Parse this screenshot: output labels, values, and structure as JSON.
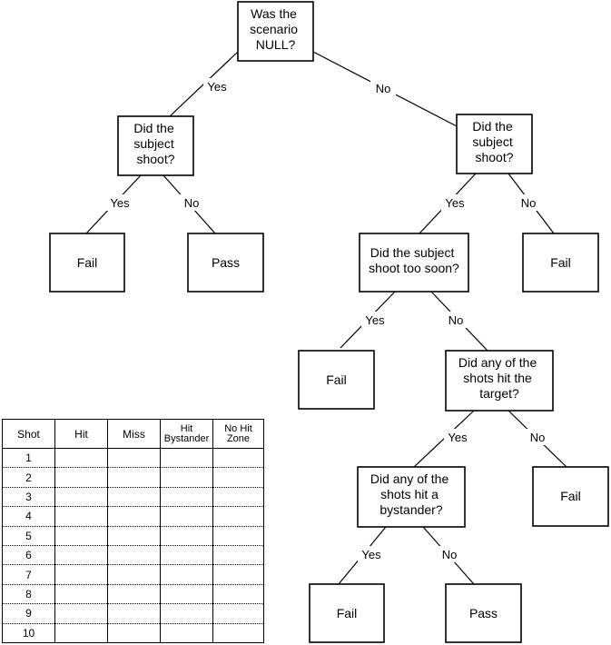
{
  "nodes": {
    "root": [
      "Was the",
      "scenario",
      "NULL?"
    ],
    "left_shoot": [
      "Did the",
      "subject",
      "shoot?"
    ],
    "right_shoot": [
      "Did the",
      "subject",
      "shoot?"
    ],
    "fail_a": "Fail",
    "pass_a": "Pass",
    "too_soon": [
      "Did the subject",
      "shoot too soon?"
    ],
    "fail_b": "Fail",
    "fail_c": "Fail",
    "hit_target": [
      "Did any of the",
      "shots hit the",
      "target?"
    ],
    "fail_d": "Fail",
    "hit_bystander": [
      "Did any of the",
      "shots hit a",
      "bystander?"
    ],
    "fail_e": "Fail",
    "pass_b": "Pass"
  },
  "edge_labels": {
    "yes": "Yes",
    "no": "No"
  },
  "table": {
    "headers": [
      {
        "line1": "Shot",
        "line2": ""
      },
      {
        "line1": "Hit",
        "line2": ""
      },
      {
        "line1": "Miss",
        "line2": ""
      },
      {
        "line1": "Hit",
        "line2": "Bystander"
      },
      {
        "line1": "No Hit",
        "line2": "Zone"
      }
    ],
    "rows": [
      "1",
      "2",
      "3",
      "4",
      "5",
      "6",
      "7",
      "8",
      "9",
      "10"
    ]
  }
}
